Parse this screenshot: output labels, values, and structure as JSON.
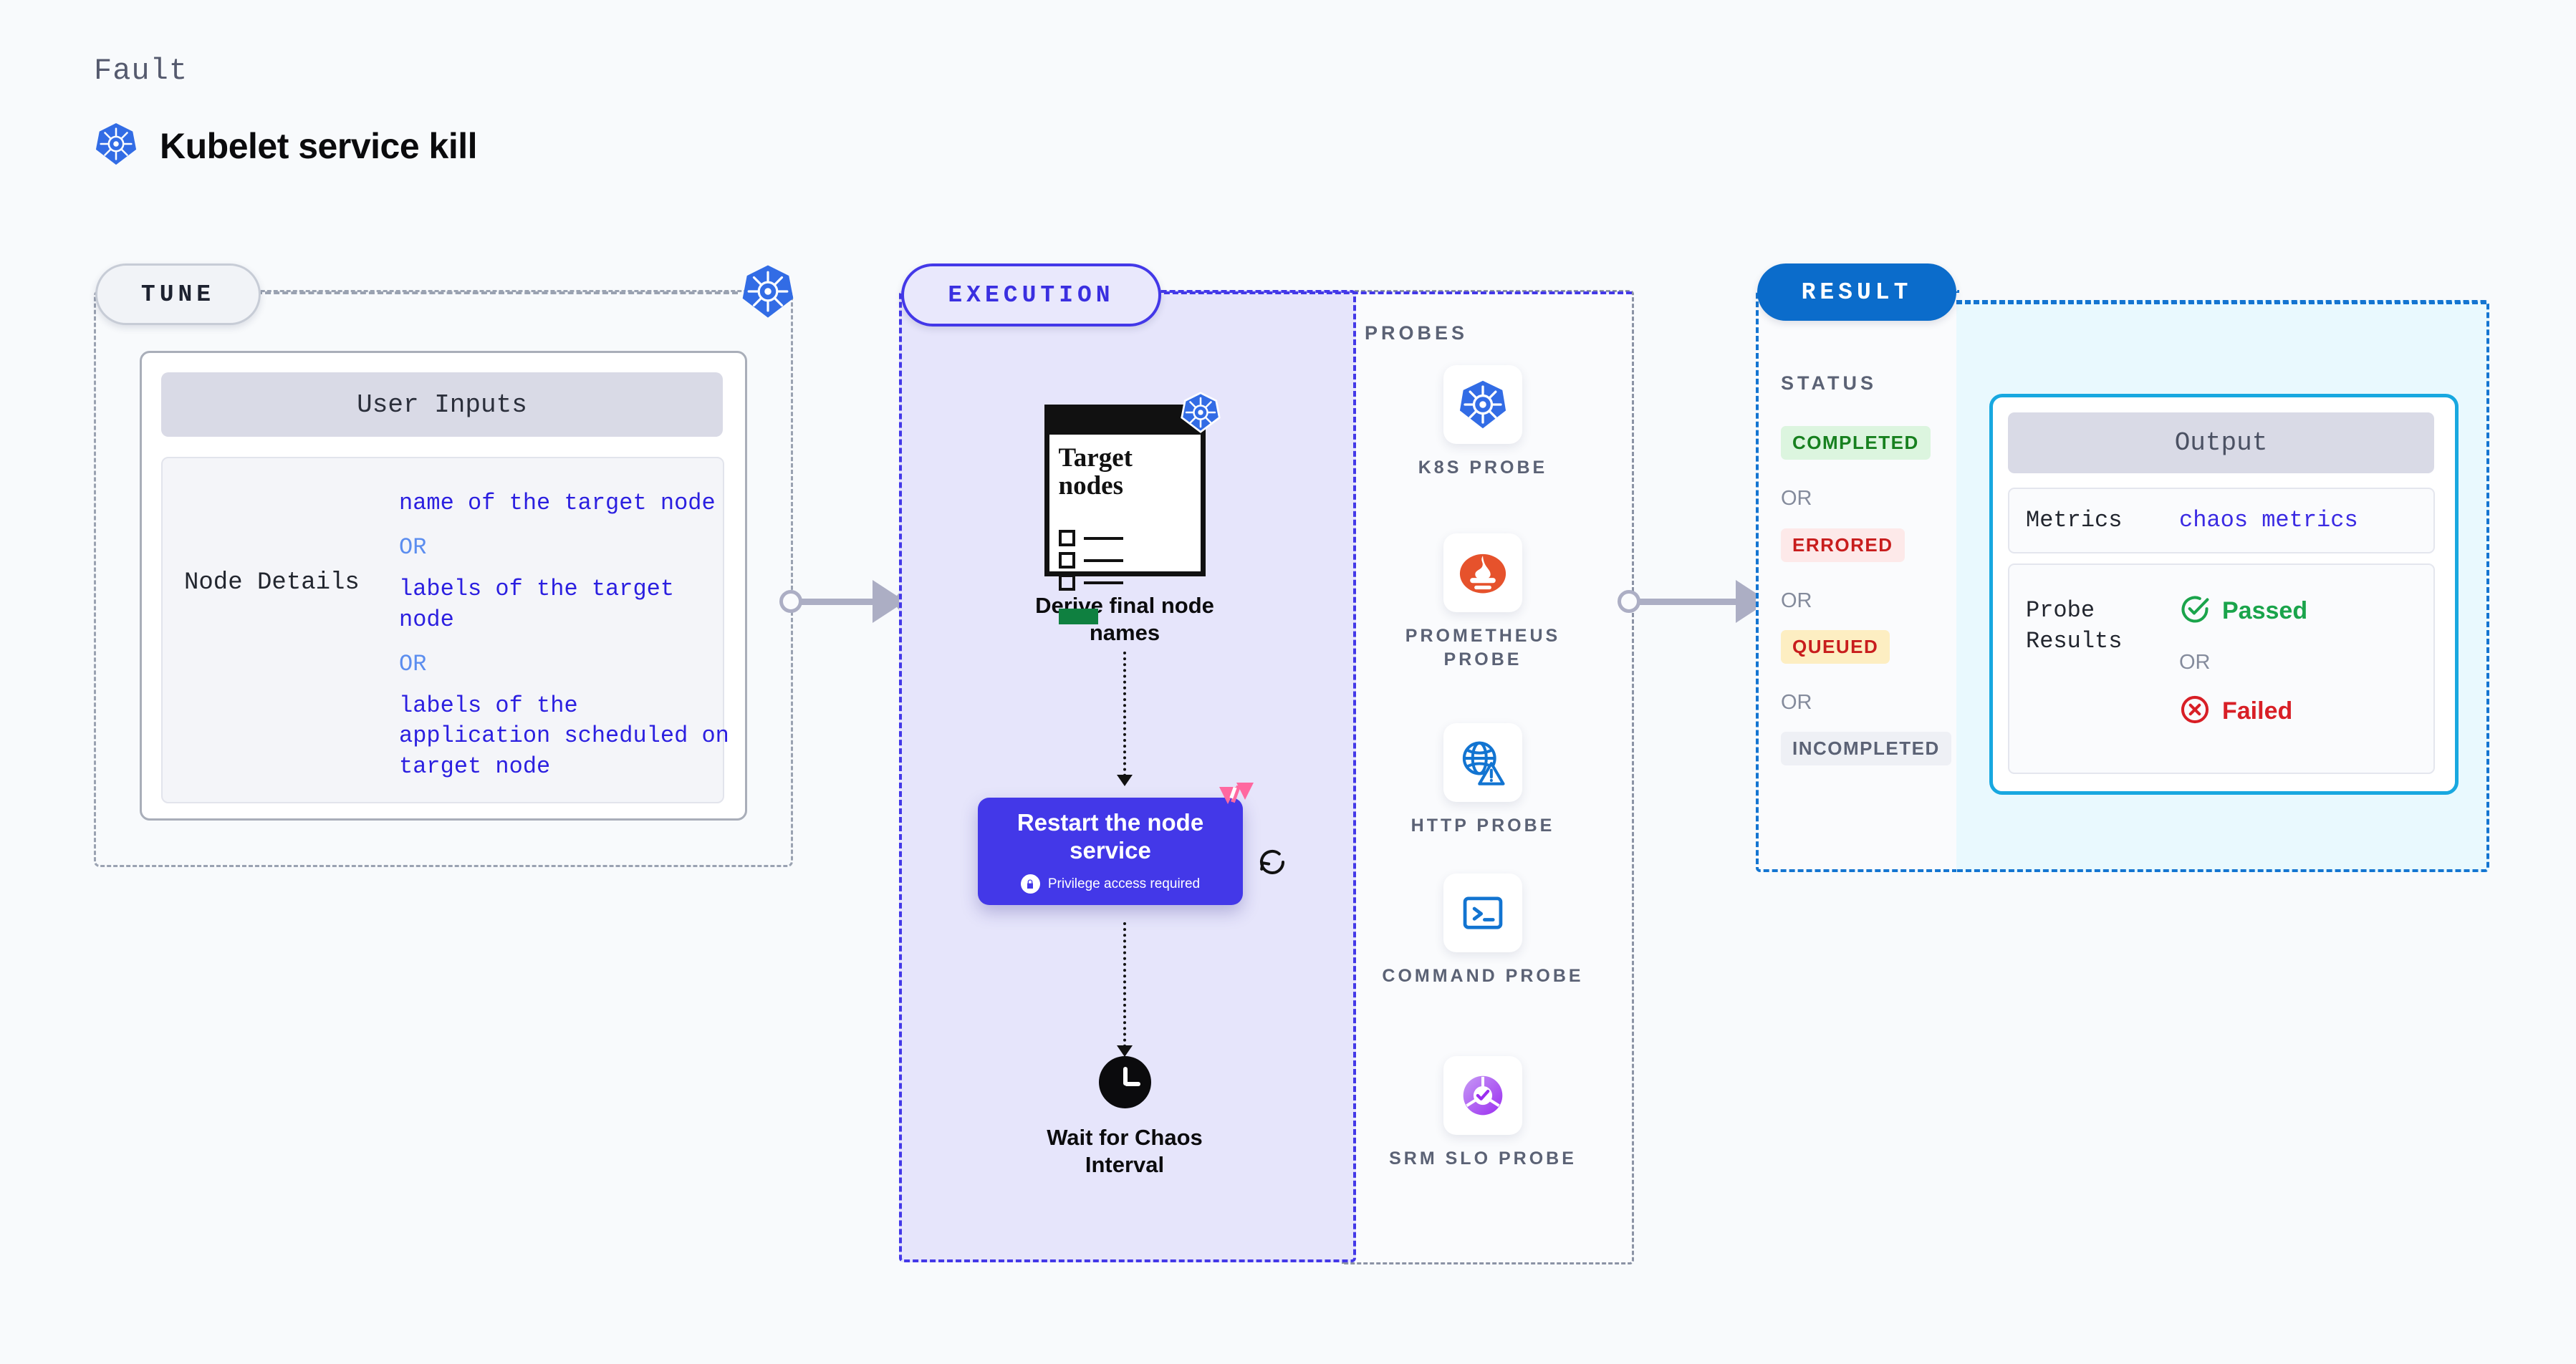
{
  "header": {
    "eyebrow": "Fault",
    "title": "Kubelet service kill",
    "icon": "kubernetes-icon"
  },
  "colors": {
    "background": "#f8fafc",
    "tune_border": "#9aa2b1",
    "execution_accent": "#4338e8",
    "execution_fill": "#e6e5fb",
    "result_accent": "#1475d1",
    "result_pill": "#0b6ccb",
    "output_border": "#18a8e0",
    "output_fill": "#e9f9fe",
    "kubernetes_blue": "#326ce5",
    "harness_pink": "#ff68a0",
    "passed_green": "#1aa44b",
    "failed_red": "#d81f26"
  },
  "tune": {
    "pill_label": "TUNE",
    "badge_icon": "kubernetes-icon",
    "card": {
      "header": "User Inputs",
      "row_label": "Node Details",
      "values": [
        {
          "type": "value",
          "text": "name of the target node"
        },
        {
          "type": "or",
          "text": "OR"
        },
        {
          "type": "value",
          "text": "labels of the target node"
        },
        {
          "type": "or",
          "text": "OR"
        },
        {
          "type": "value",
          "text": "labels of the application scheduled on target node"
        }
      ]
    }
  },
  "execution": {
    "pill_label": "EXECUTION",
    "steps": [
      {
        "id": "derive-final-node-names",
        "label": "Derive final node names",
        "icon": "document-checklist-icon",
        "icon_title": "Target nodes",
        "badge_icon": "kubernetes-icon"
      },
      {
        "id": "restart-the-node-service",
        "label": "Restart the node service",
        "note": "Privilege access required",
        "note_icon": "lock-icon",
        "badge_icon": "harness-icon",
        "side_icon": "refresh-icon"
      },
      {
        "id": "wait-for-chaos-interval",
        "label": "Wait for Chaos Interval",
        "icon": "clock-icon"
      }
    ]
  },
  "probes": {
    "title": "PROBES",
    "items": [
      {
        "label": "K8S PROBE",
        "icon": "kubernetes-icon"
      },
      {
        "label": "PROMETHEUS PROBE",
        "icon": "prometheus-icon"
      },
      {
        "label": "HTTP PROBE",
        "icon": "globe-warning-icon"
      },
      {
        "label": "COMMAND PROBE",
        "icon": "terminal-icon"
      },
      {
        "label": "SRM SLO PROBE",
        "icon": "srm-slo-icon"
      }
    ]
  },
  "result": {
    "pill_label": "RESULT",
    "status_title": "STATUS",
    "or_label": "OR",
    "statuses": [
      {
        "label": "COMPLETED",
        "bg": "#dcf5df",
        "fg": "#17801f"
      },
      {
        "label": "ERRORED",
        "bg": "#fde9e9",
        "fg": "#c81d1d"
      },
      {
        "label": "QUEUED",
        "bg": "#fdeec2",
        "fg": "#c81d1d"
      },
      {
        "label": "INCOMPLETED",
        "bg": "#eef0f5",
        "fg": "#5b6275"
      }
    ],
    "output": {
      "header": "Output",
      "metrics_label": "Metrics",
      "metrics_value": "chaos metrics",
      "probe_results_label": "Probe Results",
      "passed_label": "Passed",
      "failed_label": "Failed",
      "or_label": "OR",
      "passed_icon": "check-circle-icon",
      "failed_icon": "x-circle-icon"
    }
  }
}
